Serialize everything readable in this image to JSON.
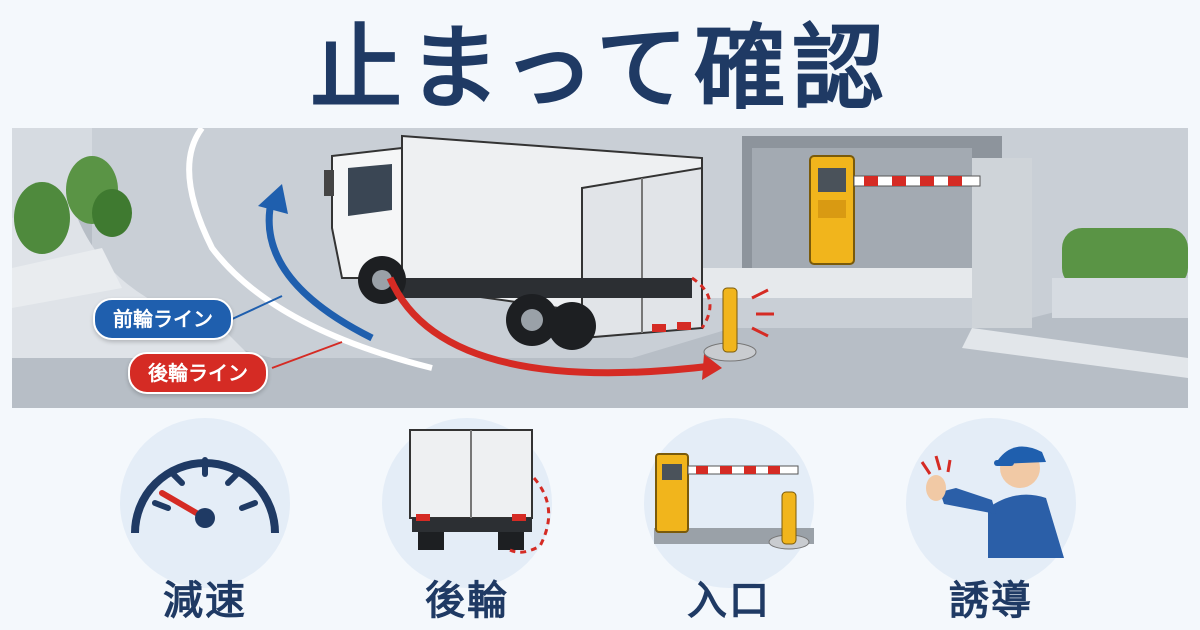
{
  "title": "止まって確認",
  "scene": {
    "front_wheel_label": "前輪ライン",
    "rear_wheel_label": "後輪ライン"
  },
  "icons": [
    {
      "label": "減速",
      "icon": "speedometer-icon"
    },
    {
      "label": "後輪",
      "icon": "truck-rear-wheel-icon"
    },
    {
      "label": "入口",
      "icon": "gate-barrier-icon"
    },
    {
      "label": "誘導",
      "icon": "guide-person-icon"
    }
  ],
  "colors": {
    "title": "#1f3a64",
    "front_line": "#1f5fae",
    "rear_line": "#d52b24",
    "bollard": "#f1b51c"
  }
}
